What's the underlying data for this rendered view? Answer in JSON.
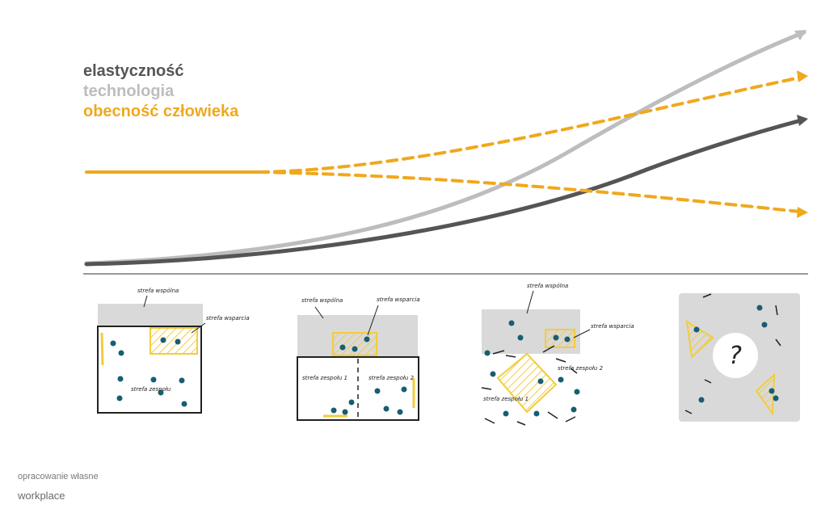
{
  "legend": {
    "flex_label": "elastyczność",
    "tech_label": "technologia",
    "human_label": "obecność człowieka"
  },
  "colors": {
    "flex": "#555555",
    "tech": "#bdbdbd",
    "human": "#f0a81c",
    "zone": "#d9d9d9",
    "person": "#175e72",
    "support": "#f2cc3d"
  },
  "panels": [
    {
      "labels": [
        "strefa wspólna",
        "strefa wsparcia",
        "strefa zespołu"
      ]
    },
    {
      "labels": [
        "strefa wspólna",
        "strefa wsparcia",
        "strefa zespołu 1",
        "strefa zespołu 2"
      ]
    },
    {
      "labels": [
        "strefa wspólna",
        "strefa wsparcia",
        "strefa zespołu 2",
        "strefa zespołu 1"
      ]
    },
    {
      "labels": [
        "?"
      ]
    }
  ],
  "footer": {
    "source": "opracowanie własne",
    "brand": "workplace"
  }
}
